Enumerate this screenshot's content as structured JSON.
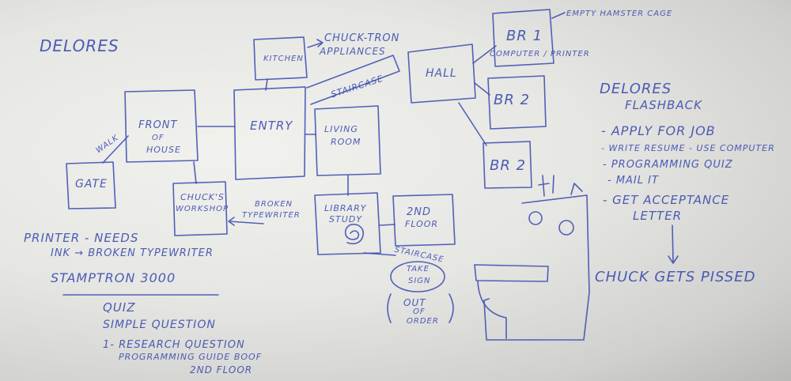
{
  "whiteboard": {
    "title_left": "Delores",
    "rooms": {
      "kitchen": "Kitchen",
      "front_of_house": [
        "Front",
        "of",
        "House"
      ],
      "gate": "Gate",
      "walk": "Walk",
      "chucks_workshop": [
        "Chuck's",
        "Workshop"
      ],
      "entry": "Entry",
      "staircase_upper": "Staircase",
      "hall": "Hall",
      "br1": "BR 1",
      "br1_contents": "Computer / Printer",
      "br2_a": "BR 2",
      "br2_b": "BR 2",
      "living_room": [
        "Living",
        "Room"
      ],
      "library_study": [
        "Library",
        "Study"
      ],
      "second_floor": [
        "2nd",
        "Floor"
      ],
      "staircase_lower": "Staircase",
      "take_sign": [
        "Take",
        "Sign"
      ],
      "out_of_order": [
        "Out",
        "of",
        "Order"
      ]
    },
    "annotations": {
      "chuck_tron": [
        "Chuck-tron",
        "Appliances"
      ],
      "empty_hamster_cage": "Empty Hamster Cage",
      "broken_typewriter": [
        "Broken",
        "Typewriter"
      ]
    },
    "left_notes": {
      "printer_line1": "Printer - Needs",
      "printer_line2": "Ink → Broken Typewriter",
      "stamptron": "Stamptron 3000",
      "quiz": "Quiz",
      "simple_question": "Simple Question",
      "research_question": "1- Research Question",
      "programming_guide": "Programming Guide Boof",
      "second_floor": "2nd Floor"
    },
    "flashback": {
      "title": [
        "Delores",
        "Flashback"
      ],
      "items": [
        "- Apply for Job",
        "- Write Resume - Use Computer",
        "- Programming Quiz",
        "- Mail It",
        "- Get Acceptance",
        "Letter"
      ],
      "result": "Chuck Gets Pissed"
    }
  }
}
